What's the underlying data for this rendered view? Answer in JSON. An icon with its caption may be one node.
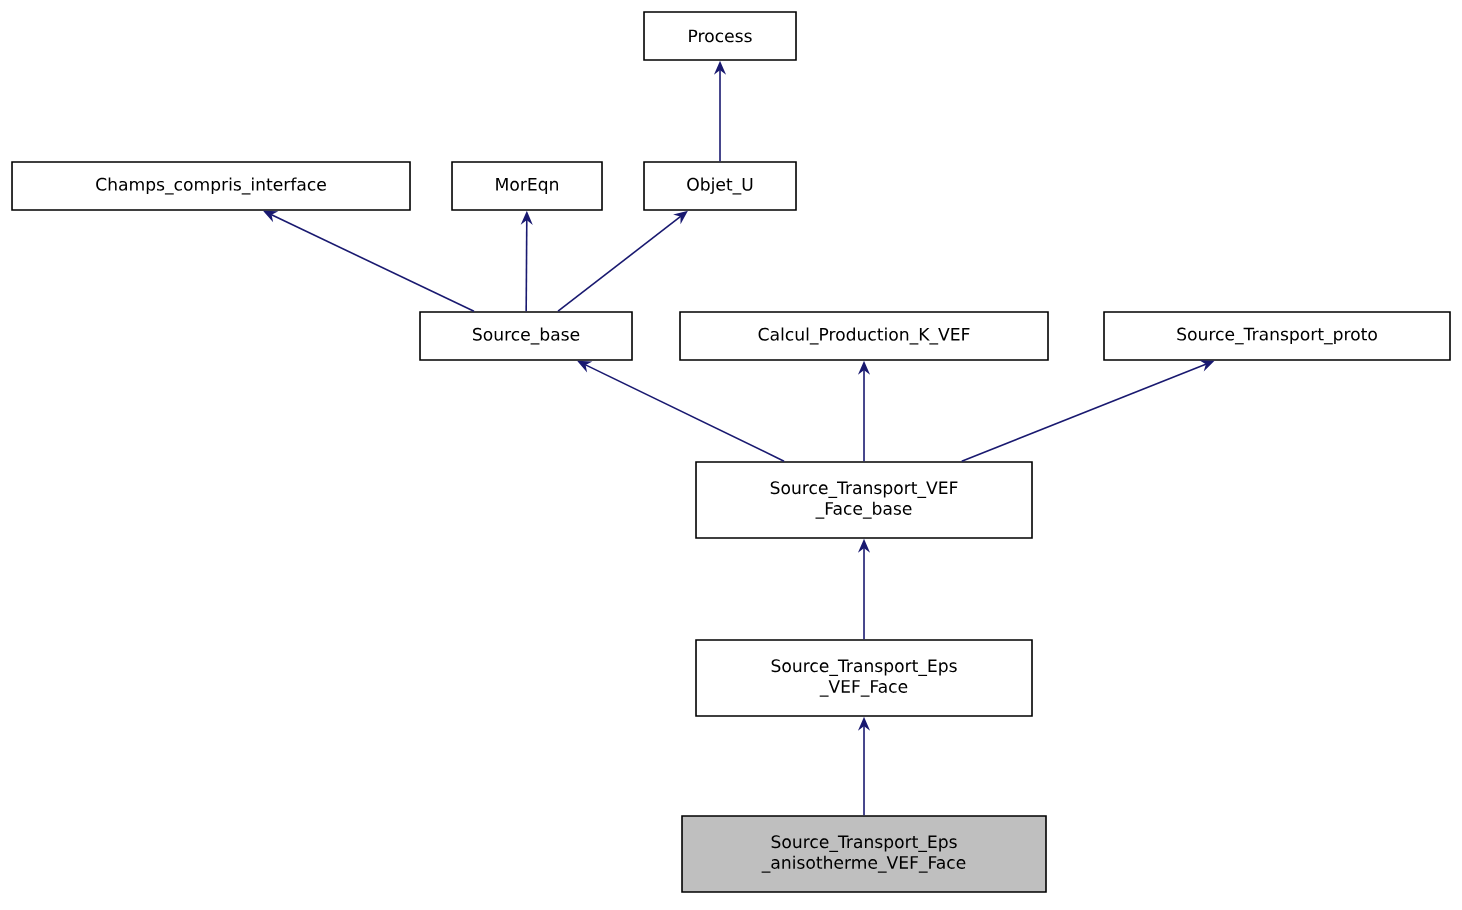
{
  "diagram": {
    "nodes": [
      {
        "text": [
          "Process"
        ]
      },
      {
        "text": [
          "Champs_compris_interface"
        ]
      },
      {
        "text": [
          "MorEqn"
        ]
      },
      {
        "text": [
          "Objet_U"
        ]
      },
      {
        "text": [
          "Source_base"
        ]
      },
      {
        "text": [
          "Calcul_Production_K_VEF"
        ]
      },
      {
        "text": [
          "Source_Transport_proto"
        ]
      },
      {
        "text": [
          "Source_Transport_VEF _Face_base"
        ]
      },
      {
        "text": [
          "Source_Transport_Eps _VEF_Face"
        ]
      },
      {
        "text": [
          "Source_Transport_Eps _anisotherme_VEF_Face"
        ]
      }
    ],
    "edges": [
      {
        "from": 3,
        "to": 0,
        "arrow": "to"
      },
      {
        "from": 4,
        "to": 1,
        "arrow": "to"
      },
      {
        "from": 4,
        "to": 2,
        "arrow": "to"
      },
      {
        "from": 4,
        "to": 3,
        "arrow": "to"
      },
      {
        "from": 7,
        "to": 4,
        "arrow": "to"
      },
      {
        "from": 7,
        "to": 5,
        "arrow": "to"
      },
      {
        "from": 7,
        "to": 6,
        "arrow": "to"
      },
      {
        "from": 8,
        "to": 7,
        "arrow": "to"
      },
      {
        "from": 9,
        "to": 8,
        "arrow": "to"
      }
    ]
  }
}
